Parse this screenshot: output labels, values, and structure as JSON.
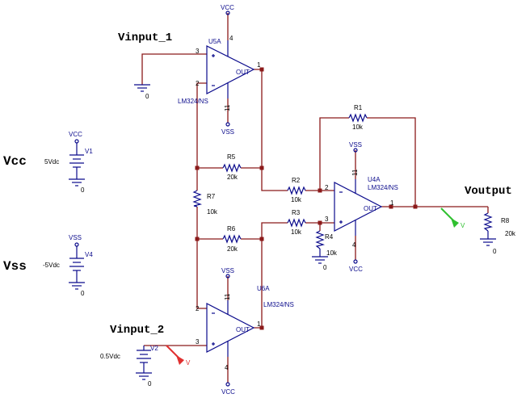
{
  "big_labels": {
    "vinput1": "Vinput_1",
    "vinput2": "Vinput_2",
    "voutput": "Voutput",
    "vcc": "Vcc",
    "vss": "Vss"
  },
  "opamps": {
    "u5a": {
      "ref": "U5A",
      "model": "LM324/NS",
      "out": "OUT",
      "pin_plus": "3",
      "pin_minus": "2",
      "pin_out": "1",
      "pin_vpos": "4",
      "pin_vneg": "11",
      "top_supply": "VCC",
      "bottom_supply": "VSS"
    },
    "u4a": {
      "ref": "U4A",
      "model": "LM324/NS",
      "out": "OUT",
      "pin_minus": "2",
      "pin_plus": "3",
      "pin_out": "1",
      "pin_top": "11",
      "pin_bottom": "4",
      "top_supply": "VSS",
      "bottom_supply": "VCC"
    },
    "u6a": {
      "ref": "U6A",
      "model": "LM324/NS",
      "out": "OUT",
      "pin_minus": "2",
      "pin_plus": "3",
      "pin_out": "1",
      "pin_top": "11",
      "pin_bottom": "4",
      "top_supply": "VSS",
      "bottom_supply": "VCC"
    }
  },
  "resistors": {
    "r1": {
      "ref": "R1",
      "value": "10k"
    },
    "r2": {
      "ref": "R2",
      "value": "10k"
    },
    "r3": {
      "ref": "R3",
      "value": "10k"
    },
    "r4": {
      "ref": "R4",
      "value": "10k"
    },
    "r5": {
      "ref": "R5",
      "value": "20k"
    },
    "r6": {
      "ref": "R6",
      "value": "20k"
    },
    "r7": {
      "ref": "R7",
      "value": "10k"
    },
    "r8": {
      "ref": "R8",
      "value": "20k"
    }
  },
  "sources": {
    "v1": {
      "ref": "V1",
      "value": "5Vdc",
      "net": "VCC",
      "ground": "0"
    },
    "v4": {
      "ref": "V4",
      "value": "-5Vdc",
      "net": "VSS",
      "ground": "0"
    },
    "v2": {
      "ref": "V2",
      "value": "0.5Vdc",
      "ground": "0"
    }
  },
  "grounds": {
    "g_u5a": "0",
    "g_r4": "0",
    "g_r8": "0"
  },
  "markers": {
    "v2_probe": "V",
    "out_probe": "V"
  },
  "colors": {
    "wire": "#8b1a1a",
    "component": "#0b0b8c",
    "probe_red": "#e03030",
    "probe_green": "#30c030"
  }
}
